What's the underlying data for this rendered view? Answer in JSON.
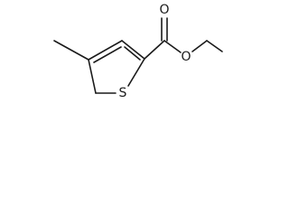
{
  "molecule": {
    "atoms": {
      "carbonyl_oxygen": "O",
      "ester_oxygen": "O",
      "ring_sulfur": "S"
    }
  }
}
